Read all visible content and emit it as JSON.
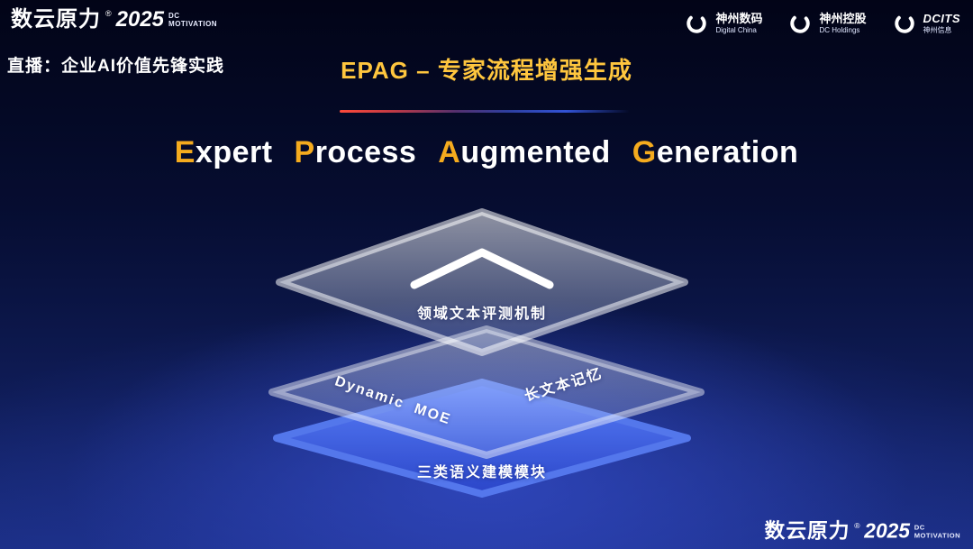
{
  "header": {
    "brand": {
      "name": "数云原力",
      "reg": "®",
      "year": "2025",
      "sub1": "DC",
      "sub2": "MOTIVATION"
    },
    "live_label": "直播：企业AI价值先锋实践",
    "page_title": "EPAG – 专家流程增强生成",
    "logos": [
      {
        "name": "神州数码",
        "sub": "Digital China"
      },
      {
        "name": "神州控股",
        "sub": "DC Holdings"
      },
      {
        "name": "DCITS",
        "sub": "神州信息"
      }
    ]
  },
  "main_title": {
    "words": [
      {
        "initial": "E",
        "rest": "xpert"
      },
      {
        "initial": "P",
        "rest": "rocess"
      },
      {
        "initial": "A",
        "rest": "ugmented"
      },
      {
        "initial": "G",
        "rest": "eneration"
      }
    ]
  },
  "diagram": {
    "top_label": "领域文本评测机制",
    "middle_left_label": "Dynamic MOE",
    "middle_right_label": "长文本记忆",
    "bottom_label": "三类语义建模模块"
  },
  "footer": {
    "brand": {
      "name": "数云原力",
      "reg": "®",
      "year": "2025",
      "sub1": "DC",
      "sub2": "MOTIVATION"
    }
  },
  "colors": {
    "accent_gold": "#ffc63e",
    "title_initial_gold": "#f5ab1e",
    "layer_blue": "#4a6cf0",
    "divider_red": "#ff4a3a",
    "divider_blue": "#3253d6"
  }
}
